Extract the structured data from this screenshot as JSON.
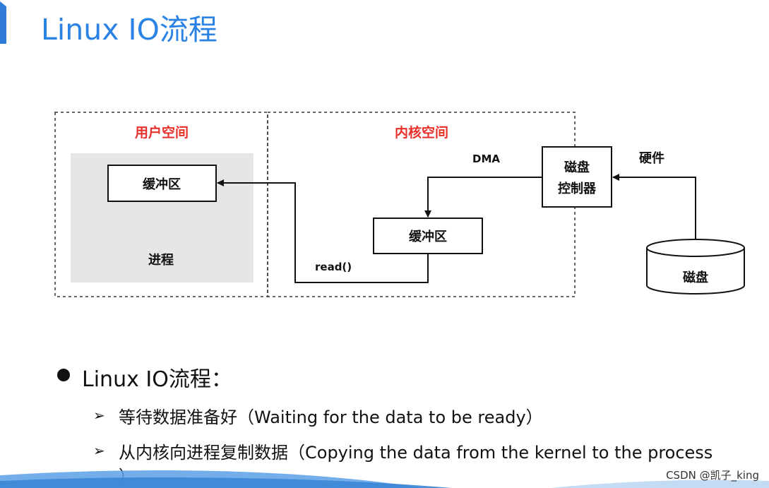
{
  "slide": {
    "title": "Linux IO流程",
    "bullet": "Linux IO流程：",
    "sub_items": [
      {
        "text": "等待数据准备好（Waiting for the data to be ready）"
      },
      {
        "text": "从内核向进程复制数据（Copying the data from the kernel to the process",
        "continuation": "）"
      }
    ],
    "watermark": "CSDN @凯子_king"
  },
  "diagram": {
    "user_space_label": "用户空间",
    "kernel_space_label": "内核空间",
    "user_buffer_label": "缓冲区",
    "process_label": "进程",
    "kernel_buffer_label": "缓冲区",
    "controller_label_line1": "磁盘",
    "controller_label_line2": "控制器",
    "disk_label": "磁盘",
    "dma_label": "DMA",
    "hardware_label": "硬件",
    "read_label": "read()"
  },
  "colors": {
    "title": "#2a82e4",
    "space_labels": "#e8302a",
    "process_bg": "#e6e6e6",
    "wave": "#5aa0e6"
  }
}
